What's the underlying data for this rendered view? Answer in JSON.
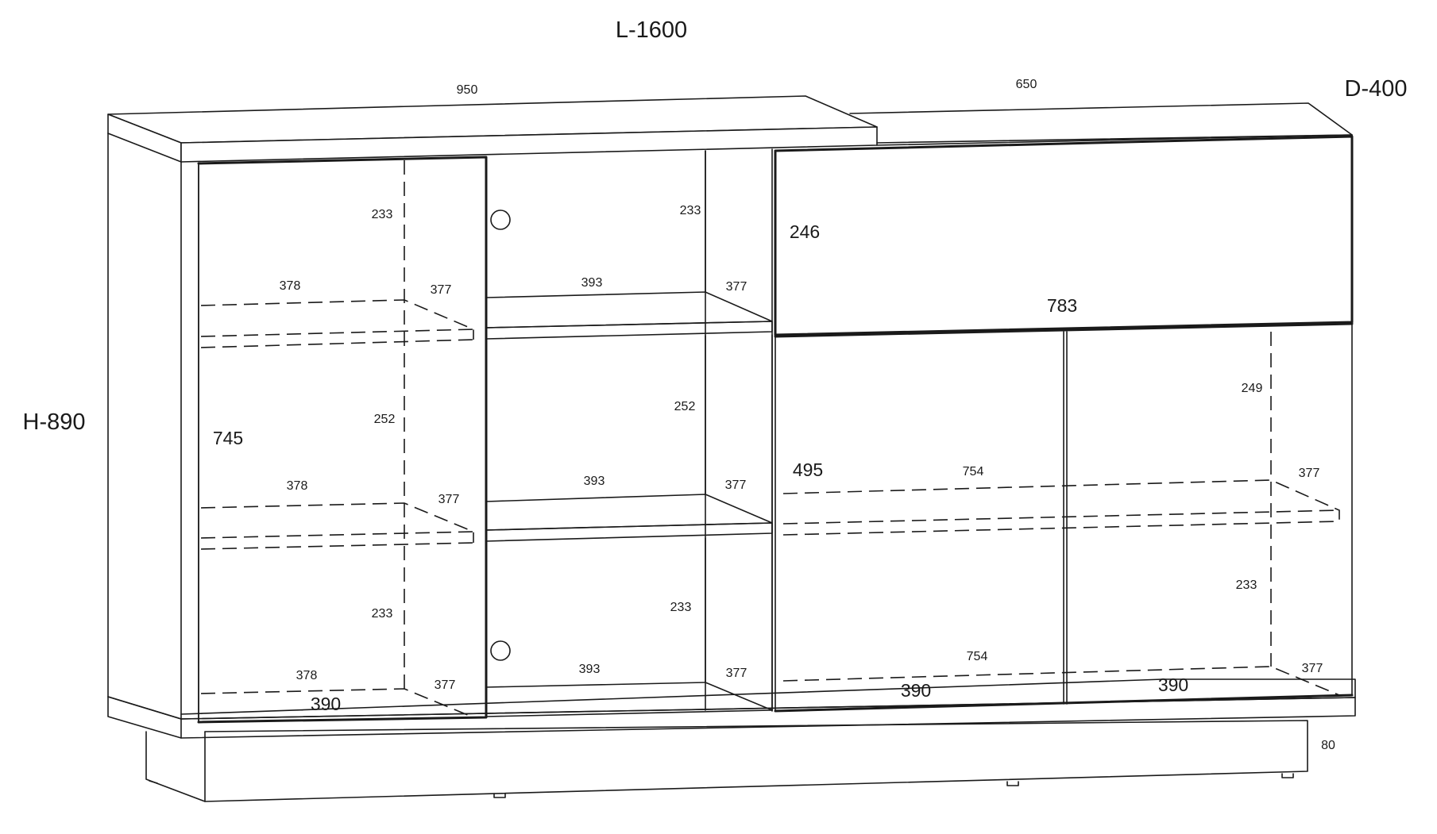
{
  "overall": {
    "length": "L-1600",
    "depth": "D-400",
    "height": "H-890"
  },
  "top": {
    "left_width": "950",
    "right_width": "650"
  },
  "plinth_height": "80",
  "left_cabinet": {
    "door_height": "745",
    "door_width": "390",
    "top_compartment_height": "233",
    "middle_compartment_height": "252",
    "bottom_compartment_height": "233",
    "upper_shelf_width": "378",
    "upper_shelf_depth": "377",
    "lower_shelf_width": "378",
    "lower_shelf_depth": "377",
    "bottom_width": "378",
    "bottom_depth": "377"
  },
  "middle_section": {
    "top_height": "233",
    "middle_height": "252",
    "bottom_height": "233",
    "upper_shelf_width": "393",
    "upper_shelf_depth": "377",
    "lower_shelf_width": "393",
    "lower_shelf_depth": "377",
    "bottom_width": "393",
    "bottom_depth": "377"
  },
  "right_cabinet": {
    "drawer_height": "246",
    "drawer_width": "783",
    "door_height": "495",
    "door_left_width": "390",
    "door_right_width": "390",
    "upper_height": "249",
    "lower_height": "233",
    "shelf_width": "754",
    "shelf_depth": "377",
    "bottom_width": "754",
    "bottom_depth": "377"
  }
}
